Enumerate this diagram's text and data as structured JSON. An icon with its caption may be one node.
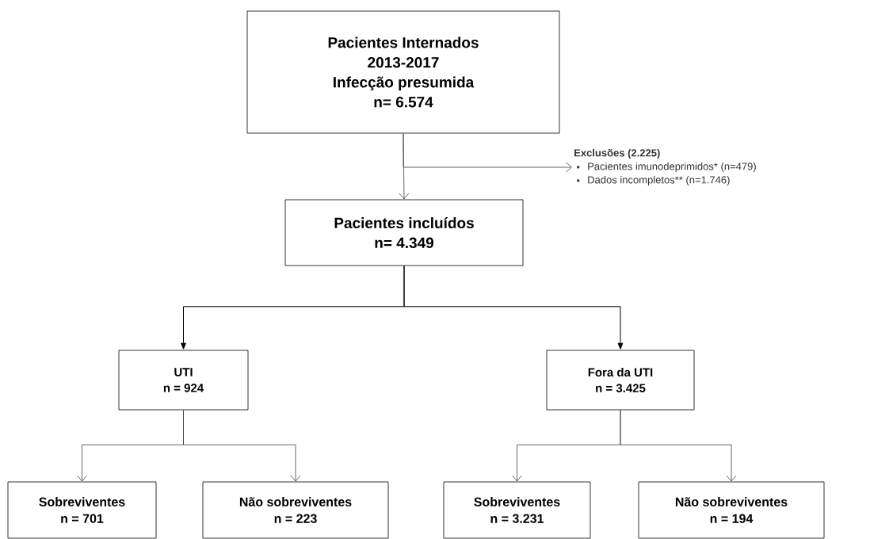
{
  "diagram": {
    "nodes": [
      {
        "text": [
          "Pacientes Internados",
          "2013-2017",
          "Infecção presumida",
          "n= 6.574"
        ]
      },
      {
        "text": [
          "Exclusões (2.225)",
          "Pacientes imunodeprimidos* (n=479)",
          "Dados incompletos** (n=1.746)"
        ]
      },
      {
        "text": [
          "Pacientes incluídos",
          "n= 4.349"
        ]
      },
      {
        "text": [
          "UTI",
          "n = 924"
        ]
      },
      {
        "text": [
          "Fora da UTI",
          "n =  3.425"
        ]
      },
      {
        "text": [
          "Sobreviventes",
          "n = 701"
        ]
      },
      {
        "text": [
          "Não sobreviventes",
          "n = 223"
        ]
      },
      {
        "text": [
          "Sobreviventes",
          "n = 3.231"
        ]
      },
      {
        "text": [
          "Não sobreviventes",
          "n = 194"
        ]
      }
    ],
    "edges": [
      {
        "from": 0,
        "to": 2,
        "arrow": "to"
      },
      {
        "from": 0,
        "to": 1,
        "arrow": "to"
      },
      {
        "from": 2,
        "to": 3,
        "arrow": "to"
      },
      {
        "from": 2,
        "to": 4,
        "arrow": "to"
      },
      {
        "from": 3,
        "to": 5,
        "arrow": "to"
      },
      {
        "from": 3,
        "to": 6,
        "arrow": "to"
      },
      {
        "from": 4,
        "to": 7,
        "arrow": "to"
      },
      {
        "from": 4,
        "to": 8,
        "arrow": "to"
      }
    ]
  }
}
